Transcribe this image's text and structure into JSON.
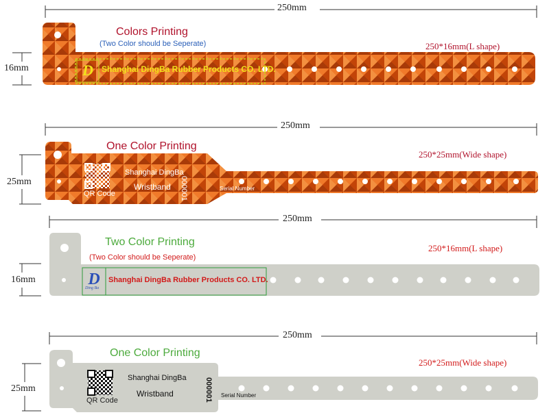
{
  "colors": {
    "orange": "#e35a10",
    "orange_dark": "#a83a08",
    "gray_band": "#cfd0c9",
    "dark_red": "#b0122b",
    "green": "#4caa3c",
    "blue_sub": "#2a5fb8",
    "red_text": "#d21a1a",
    "yellow_text": "#f2e21a"
  },
  "band1": {
    "width_label": "250mm",
    "height_label": "16mm",
    "title": "Colors Printing",
    "subtitle": "(Two Color should be Seperate)",
    "size_label": "250*16mm(L shape)",
    "company": "Shanghai DingBa Rubber Products CO. LTD."
  },
  "band2": {
    "width_label": "250mm",
    "height_label": "25mm",
    "title": "One Color Printing",
    "size_label": "250*25mm(Wide shape)",
    "qr_label": "QR Code",
    "line1": "Shanghai DingBa",
    "line2": "Wristband",
    "serial": "000001",
    "serial_label": "Serial Number"
  },
  "band3": {
    "width_label": "250mm",
    "height_label": "16mm",
    "title": "Two Color Printing",
    "subtitle": "(Two Color should be Seperate)",
    "size_label": "250*16mm(L shape)",
    "company": "Shanghai DingBa Rubber Products CO. LTD.",
    "logo_text": "Ding Ba"
  },
  "band4": {
    "width_label": "250mm",
    "height_label": "25mm",
    "title": "One Color Printing",
    "size_label": "250*25mm(Wide shape)",
    "qr_label": "QR Code",
    "line1": "Shanghai DingBa",
    "line2": "Wristband",
    "serial": "000001",
    "serial_label": "Serial Number"
  }
}
